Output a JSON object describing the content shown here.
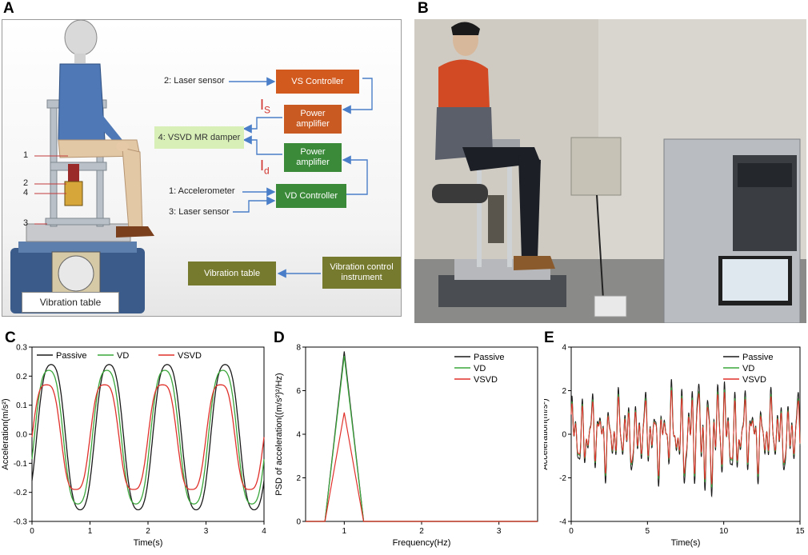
{
  "panels": {
    "a": "A",
    "b": "B",
    "c": "C",
    "d": "D",
    "e": "E"
  },
  "diagram": {
    "vs_controller": "VS Controller",
    "power_amp_1": [
      "Power",
      "amplifier"
    ],
    "power_amp_2": [
      "Power",
      "amplifier"
    ],
    "vd_controller": "VD Controller",
    "damper": "4:  VSVD MR damper",
    "laser_sensor_top": "2: Laser sensor",
    "accelerometer": "1: Accelerometer",
    "laser_sensor_bottom": "3: Laser sensor",
    "current_s": "I",
    "current_s_sub": "S",
    "current_d": "I",
    "current_d_sub": "d",
    "vibration_table_box": "Vibration table",
    "vibration_control": [
      "Vibration control",
      "instrument"
    ],
    "vibration_table_label": "Vibration table",
    "part_numbers": [
      "1",
      "2",
      "4",
      "3"
    ]
  },
  "colors": {
    "passive": "#1a1a1a",
    "vd": "#3aa63a",
    "vsvd": "#e0302a",
    "vs_box": "#d25a1e",
    "amp_box": "#c85a22",
    "vd_box": "#3a8a3a",
    "damper_box": "#d8efb8",
    "olive_box": "#767a2e",
    "arrow": "#4a7ec8"
  },
  "chart_data": [
    {
      "type": "line",
      "xlabel": "Time(s)",
      "ylabel": "Acceleration(m/s²)",
      "xlim": [
        0,
        4
      ],
      "ylim": [
        -0.3,
        0.3
      ],
      "xticks": [
        "0",
        "1",
        "2",
        "3",
        "4"
      ],
      "yticks": [
        "-0.3",
        "-0.2",
        "-0.1",
        "0.0",
        "0.1",
        "0.2",
        "0.3"
      ],
      "legend": "top",
      "series": [
        {
          "name": "Passive",
          "amplitude": 0.27,
          "frequency_hz": 1
        },
        {
          "name": "VD",
          "amplitude": 0.25,
          "frequency_hz": 1
        },
        {
          "name": "VSVD",
          "amplitude": 0.2,
          "frequency_hz": 1
        }
      ]
    },
    {
      "type": "line",
      "xlabel": "Frequency(Hz)",
      "ylabel": "PSD of acceleration((m/s²)²/Hz)",
      "xlim": [
        0.5,
        3.5
      ],
      "ylim": [
        0,
        8
      ],
      "xticks": [
        "1",
        "2",
        "3"
      ],
      "yticks": [
        "0",
        "2",
        "4",
        "6",
        "8"
      ],
      "legend": "top-right",
      "x": [
        0.5,
        0.75,
        1.0,
        1.25,
        3.5
      ],
      "series": [
        {
          "name": "Passive",
          "values": [
            0,
            0,
            7.8,
            0,
            0
          ]
        },
        {
          "name": "VD",
          "values": [
            0,
            0,
            7.6,
            0,
            0
          ]
        },
        {
          "name": "VSVD",
          "values": [
            0,
            0,
            5.0,
            0,
            0
          ]
        }
      ]
    },
    {
      "type": "line",
      "xlabel": "Time(s)",
      "ylabel": "Acceleration(m/s²)",
      "xlim": [
        0,
        15
      ],
      "ylim": [
        -4,
        4
      ],
      "xticks": [
        "0",
        "5",
        "10",
        "15"
      ],
      "yticks": [
        "-4",
        "-2",
        "0",
        "2",
        "4"
      ],
      "legend": "top-right",
      "series": [
        {
          "name": "Passive"
        },
        {
          "name": "VD"
        },
        {
          "name": "VSVD"
        }
      ]
    }
  ]
}
